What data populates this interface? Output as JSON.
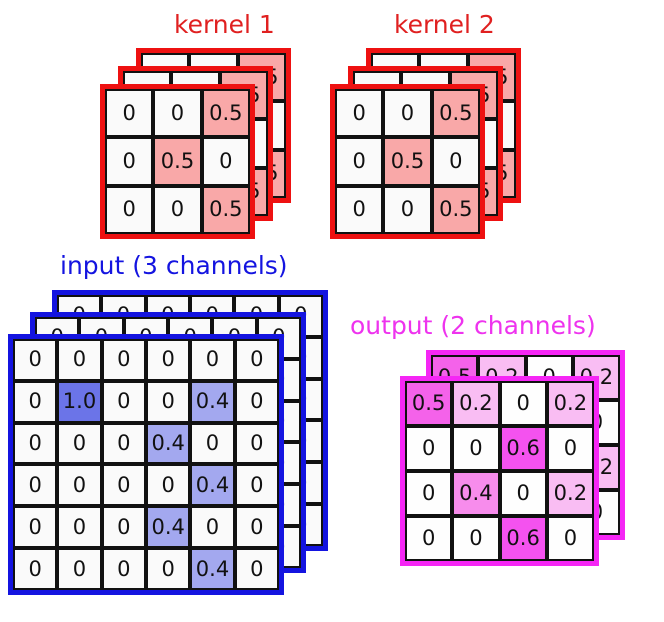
{
  "diagram": {
    "description": "Multi-channel 2D convolution illustration: two 3x3x3 kernels applied to a 6x6x3 input producing a 4x4x2 output."
  },
  "palette": {
    "kernel_border": "#ee1111",
    "kernel_title": "#e02020",
    "kernel_fill_half": "#f9a8a8",
    "input_border": "#1414e0",
    "input_title": "#1414e0",
    "input_fill_04": "#a3a8ef",
    "input_fill_10": "#6b74e8",
    "output_border": "#f526f5",
    "output_title": "#ee33ee",
    "output_fill_02": "#f9bdf3",
    "output_fill_04": "#f78cec",
    "output_fill_05": "#f462ea",
    "output_fill_06": "#f452ef",
    "cell_border": "#111111",
    "cell_empty": "#fafafa"
  },
  "kernel1": {
    "title": "kernel 1",
    "channels": 3,
    "rows": 3,
    "cols": 3,
    "front_layer": [
      [
        "0",
        "0",
        "0.5"
      ],
      [
        "0",
        "0.5",
        "0"
      ],
      [
        "0",
        "0",
        "0.5"
      ]
    ],
    "middle_layer": [
      [
        "0",
        "0",
        "0.5"
      ],
      [
        "0",
        "0.5",
        "0"
      ],
      [
        "0",
        "0",
        "0.5"
      ]
    ],
    "back_layer": [
      [
        "0",
        "0",
        "0.5"
      ],
      [
        "0",
        "0.5",
        "0"
      ],
      [
        "0",
        "0",
        "0.5"
      ]
    ]
  },
  "kernel2": {
    "title": "kernel 2",
    "channels": 3,
    "rows": 3,
    "cols": 3,
    "front_layer": [
      [
        "0",
        "0",
        "0.5"
      ],
      [
        "0",
        "0.5",
        "0"
      ],
      [
        "0",
        "0",
        "0.5"
      ]
    ],
    "middle_layer": [
      [
        "0",
        "0",
        "0.5"
      ],
      [
        "0",
        "0.5",
        "0"
      ],
      [
        "0",
        "0",
        "0.5"
      ]
    ],
    "back_layer": [
      [
        "0",
        "0",
        "0.5"
      ],
      [
        "0",
        "0.5",
        "0"
      ],
      [
        "0",
        "0",
        "0.5"
      ]
    ]
  },
  "input": {
    "title": "input (3 channels)",
    "channels": 3,
    "rows": 6,
    "cols": 6,
    "front_layer": [
      [
        "0",
        "0",
        "0",
        "0",
        "0",
        "0"
      ],
      [
        "0",
        "1.0",
        "0",
        "0",
        "0.4",
        "0"
      ],
      [
        "0",
        "0",
        "0",
        "0.4",
        "0",
        "0"
      ],
      [
        "0",
        "0",
        "0",
        "0",
        "0.4",
        "0"
      ],
      [
        "0",
        "0",
        "0",
        "0.4",
        "0",
        "0"
      ],
      [
        "0",
        "0",
        "0",
        "0",
        "0.4",
        "0"
      ]
    ],
    "middle_layer": [
      [
        "0",
        "0",
        "0",
        "0",
        "0",
        "0"
      ],
      [
        "0",
        "0",
        "0",
        "0",
        "0",
        "0"
      ],
      [
        "0",
        "0",
        "0",
        "0",
        "0",
        "0"
      ],
      [
        "0",
        "0",
        "0",
        "0",
        "0",
        "0"
      ],
      [
        "0",
        "0",
        "0",
        "0",
        "0",
        "0"
      ],
      [
        "0",
        "0",
        "0",
        "0",
        "0",
        "0"
      ]
    ],
    "back_layer": [
      [
        "0",
        "0",
        "0",
        "0",
        "0",
        "0"
      ],
      [
        "0",
        "0",
        "0",
        "0",
        "0",
        "0"
      ],
      [
        "0",
        "0",
        "0",
        "0",
        "0",
        "0"
      ],
      [
        "0",
        "0",
        "0",
        "0",
        "0",
        "0"
      ],
      [
        "0",
        "0",
        "0",
        "0",
        "0",
        "0"
      ],
      [
        "0",
        "0",
        "0",
        "0",
        "0",
        "0"
      ]
    ]
  },
  "output": {
    "title": "output (2 channels)",
    "channels": 2,
    "rows": 4,
    "cols": 4,
    "front_layer": [
      [
        "0.5",
        "0.2",
        "0",
        "0.2"
      ],
      [
        "0",
        "0",
        "0.6",
        "0"
      ],
      [
        "0",
        "0.4",
        "0",
        "0.2"
      ],
      [
        "0",
        "0",
        "0.6",
        "0"
      ]
    ],
    "back_layer": [
      [
        "0.5",
        "0.2",
        "0",
        "0.2"
      ],
      [
        "0",
        "0",
        "0.6",
        "0"
      ],
      [
        "0",
        "0.4",
        "0",
        "0.2"
      ],
      [
        "0",
        "0",
        "0.6",
        "0"
      ]
    ]
  }
}
